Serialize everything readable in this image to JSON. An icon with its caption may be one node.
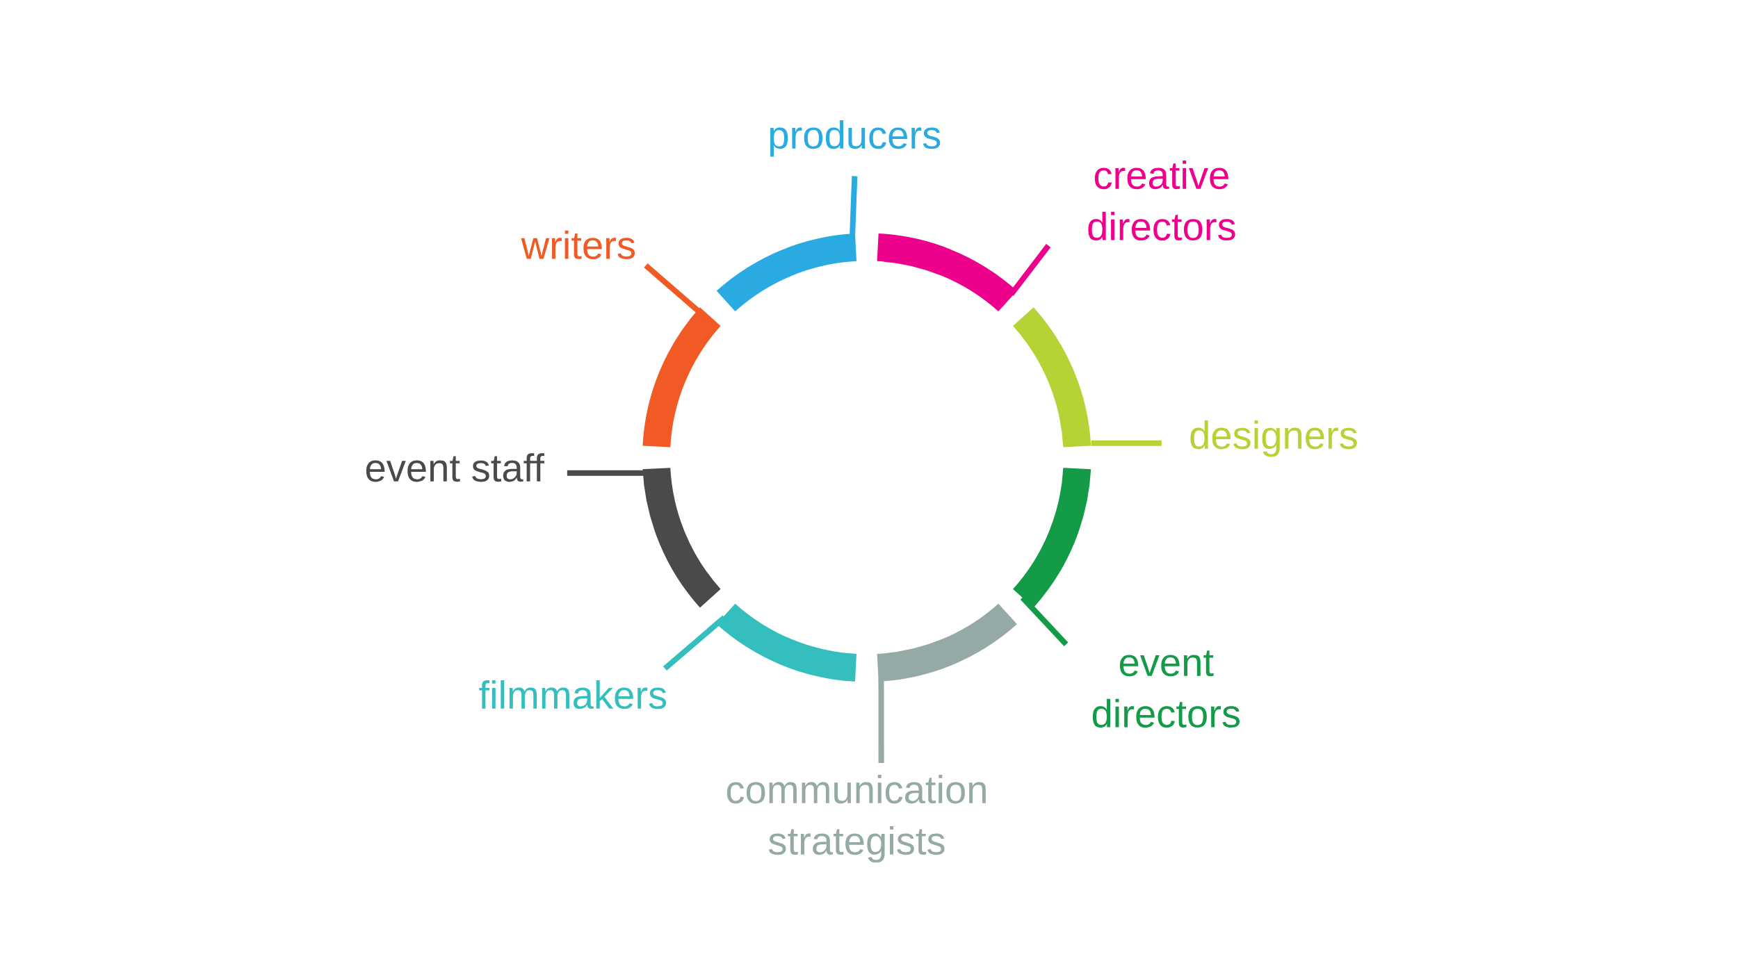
{
  "diagram": {
    "nodes": [
      {
        "text": [
          "producers"
        ]
      },
      {
        "text": [],
        "shape": "arc"
      },
      {
        "text": [
          "creative directors"
        ]
      },
      {
        "text": [],
        "shape": "arc"
      },
      {
        "text": [
          "designers"
        ]
      },
      {
        "text": [],
        "shape": "arc"
      },
      {
        "text": [
          "event directors"
        ]
      },
      {
        "text": [],
        "shape": "arc"
      },
      {
        "text": [
          "communication strategists"
        ]
      },
      {
        "text": [],
        "shape": "arc"
      },
      {
        "text": [
          "filmmakers"
        ]
      },
      {
        "text": [],
        "shape": "arc"
      },
      {
        "text": [
          "event staff"
        ]
      },
      {
        "text": [],
        "shape": "arc"
      },
      {
        "text": [
          "writers"
        ]
      },
      {
        "text": [],
        "shape": "arc"
      }
    ],
    "edges": [
      {
        "from": 0,
        "to": 1,
        "arrow": "none",
        "color": "#29abe2"
      },
      {
        "from": 2,
        "to": 3,
        "arrow": "none",
        "color": "#ec008c"
      },
      {
        "from": 4,
        "to": 5,
        "arrow": "none",
        "color": "#b5d334"
      },
      {
        "from": 6,
        "to": 7,
        "arrow": "none",
        "color": "#139b48"
      },
      {
        "from": 8,
        "to": 9,
        "arrow": "none",
        "color": "#95a9a6"
      },
      {
        "from": 10,
        "to": 11,
        "arrow": "none",
        "color": "#34bfbe"
      },
      {
        "from": 12,
        "to": 13,
        "arrow": "none",
        "color": "#4a4a4c"
      },
      {
        "from": 14,
        "to": 15,
        "arrow": "none",
        "color": "#f15a24"
      }
    ]
  }
}
